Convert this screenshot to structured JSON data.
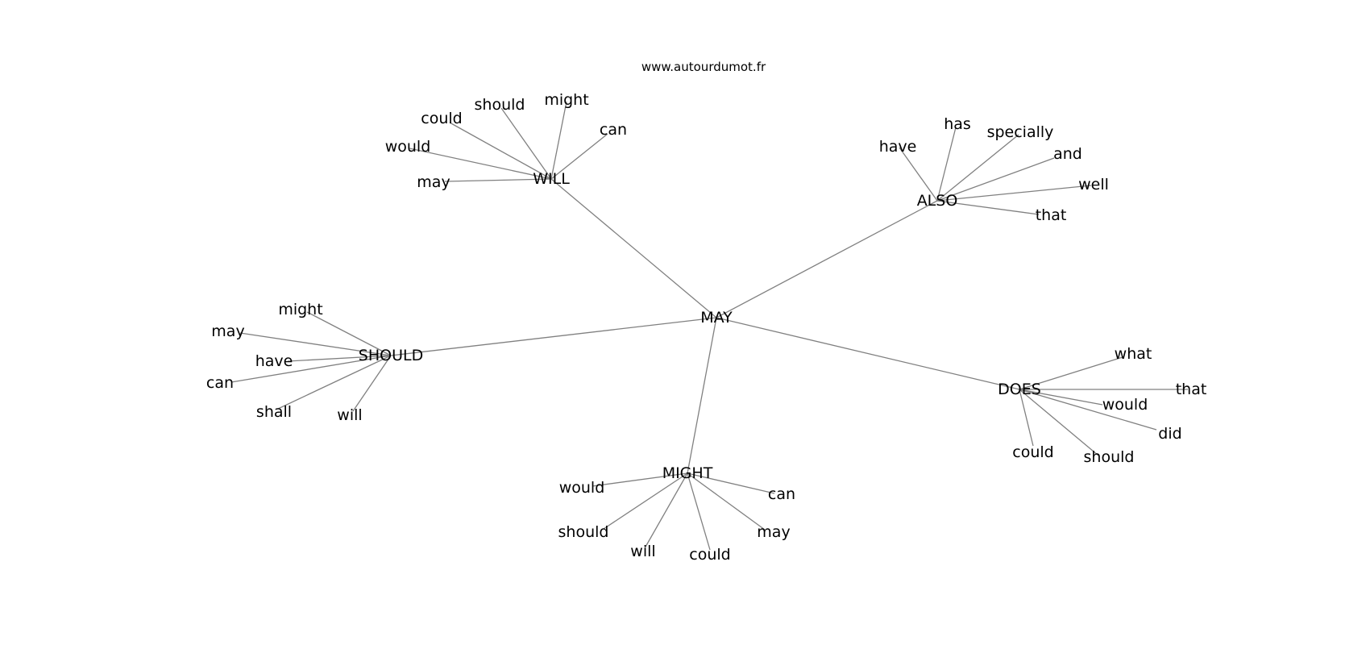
{
  "source": "www.autourdumot.fr",
  "colors": {
    "edge": "#808080",
    "text": "#000000",
    "background": "#ffffff"
  },
  "graph": {
    "center": "MAY",
    "hubs": [
      {
        "id": "will",
        "label": "WILL",
        "leaves": [
          "may",
          "would",
          "could",
          "should",
          "might",
          "can"
        ]
      },
      {
        "id": "also",
        "label": "ALSO",
        "leaves": [
          "have",
          "has",
          "specially",
          "and",
          "well",
          "that"
        ]
      },
      {
        "id": "should",
        "label": "SHOULD",
        "leaves": [
          "might",
          "may",
          "have",
          "can",
          "shall",
          "will"
        ]
      },
      {
        "id": "does",
        "label": "DOES",
        "leaves": [
          "what",
          "that",
          "would",
          "did",
          "could",
          "should"
        ]
      },
      {
        "id": "might",
        "label": "MIGHT",
        "leaves": [
          "would",
          "should",
          "will",
          "could",
          "may",
          "can"
        ]
      }
    ]
  }
}
